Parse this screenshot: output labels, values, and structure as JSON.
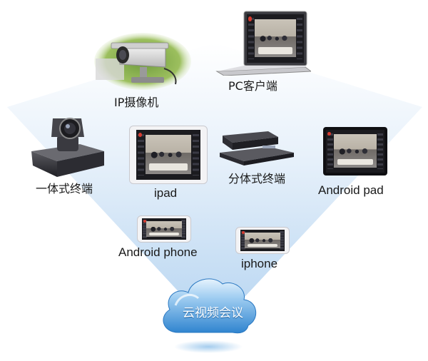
{
  "colors": {
    "beam": "#cfe3f7",
    "cloud_top": "#d9ecfb",
    "cloud_bottom": "#3b8fd6",
    "cloud_text": "#ffffff",
    "label_text": "#1a1a1a",
    "record_dot": "#d63b2f"
  },
  "devices": {
    "ip_camera": {
      "label": "IP摄像机",
      "icon": "ip-camera-icon"
    },
    "pc_client": {
      "label": "PC客户端",
      "icon": "laptop-icon"
    },
    "integrated_terminal": {
      "label": "一体式终端",
      "icon": "ptz-camera-terminal-icon"
    },
    "ipad": {
      "label": "ipad",
      "icon": "tablet-icon"
    },
    "split_terminal": {
      "label": "分体式终端",
      "icon": "set-top-codec-icon"
    },
    "android_pad": {
      "label": "Android pad",
      "icon": "tablet-icon"
    },
    "android_phone": {
      "label": "Android phone",
      "icon": "smartphone-icon"
    },
    "iphone": {
      "label": "iphone",
      "icon": "smartphone-icon"
    }
  },
  "cloud": {
    "label": "云视频会议",
    "icon": "cloud-icon"
  }
}
